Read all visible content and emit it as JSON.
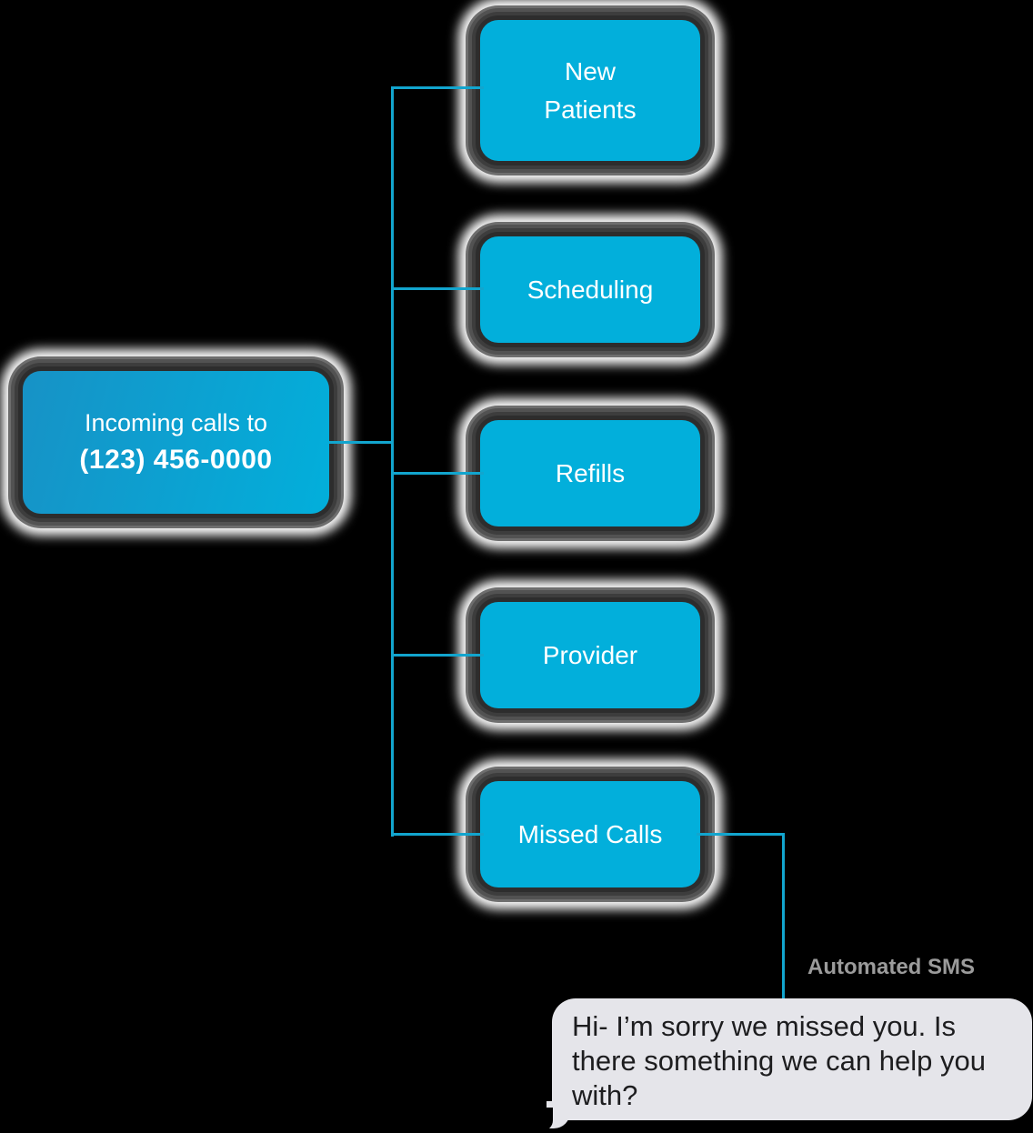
{
  "colors": {
    "background": "#000000",
    "node_fill": "#02AFDB",
    "root_gradient_start": "#1792C6",
    "root_gradient_end": "#02AFDB",
    "connector": "#12A5CE",
    "node_text": "#FFFFFF",
    "sms_label": "#9B9B9B",
    "bubble_bg": "#E5E5EA",
    "bubble_text": "#1D1D1F"
  },
  "root": {
    "line1": "Incoming calls to",
    "line2": "(123) 456-0000"
  },
  "branches": [
    {
      "label": "New\nPatients"
    },
    {
      "label": "Scheduling"
    },
    {
      "label": "Refills"
    },
    {
      "label": "Provider"
    },
    {
      "label": "Missed Calls"
    }
  ],
  "sms": {
    "label": "Automated SMS",
    "message": "Hi- I’m sorry we missed you. Is there something we can help you with?"
  }
}
